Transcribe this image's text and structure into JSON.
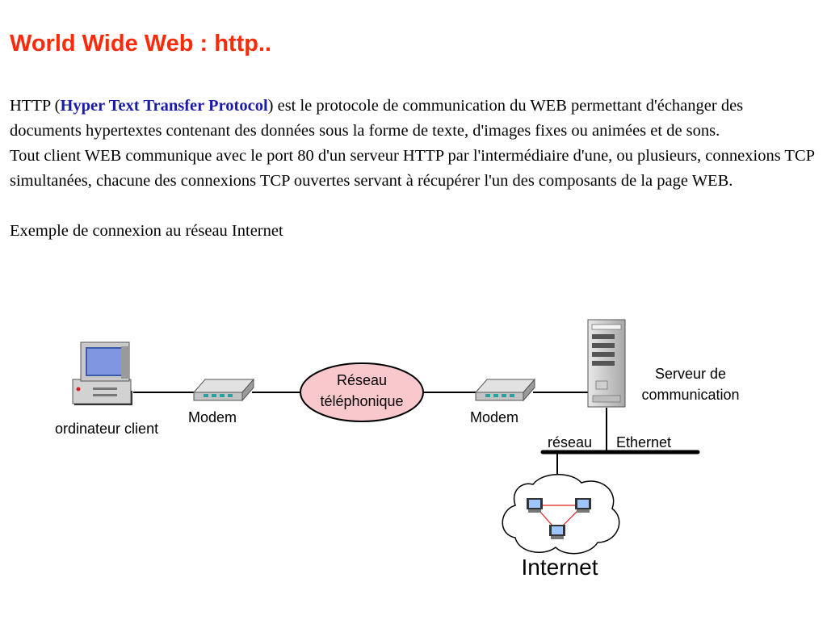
{
  "title": "World Wide Web : http..",
  "paragraph1": {
    "prefix": "HTTP (",
    "highlight": "Hyper Text  Transfer  Protocol",
    "suffix": ") est le protocole de communication du WEB permettant d'échanger des documents hypertextes contenant des données sous la forme de texte, d'images fixes ou animées et de sons."
  },
  "paragraph2": "Tout client WEB communique avec le port 80 d'un serveur HTTP par l'intermédiaire d'une, ou plusieurs, connexions TCP simultanées, chacune des connexions TCP ouvertes servant à récupérer l'un des composants de la page WEB.",
  "example_heading": "Exemple de connexion au réseau Internet",
  "diagram": {
    "client_label": "ordinateur client",
    "modem_left_label": "Modem",
    "modem_right_label": "Modem",
    "phone_network_line1": "Réseau",
    "phone_network_line2": "téléphonique",
    "server_label_line1": "Serveur de",
    "server_label_line2": "communication",
    "ethernet_label_left": "réseau",
    "ethernet_label_right": "Ethernet",
    "internet_label": "Internet"
  },
  "colors": {
    "title": "#ff2a0a",
    "highlight": "#1a1aa8",
    "ellipse_fill": "#f9c8cc",
    "link_red": "#e02020"
  }
}
